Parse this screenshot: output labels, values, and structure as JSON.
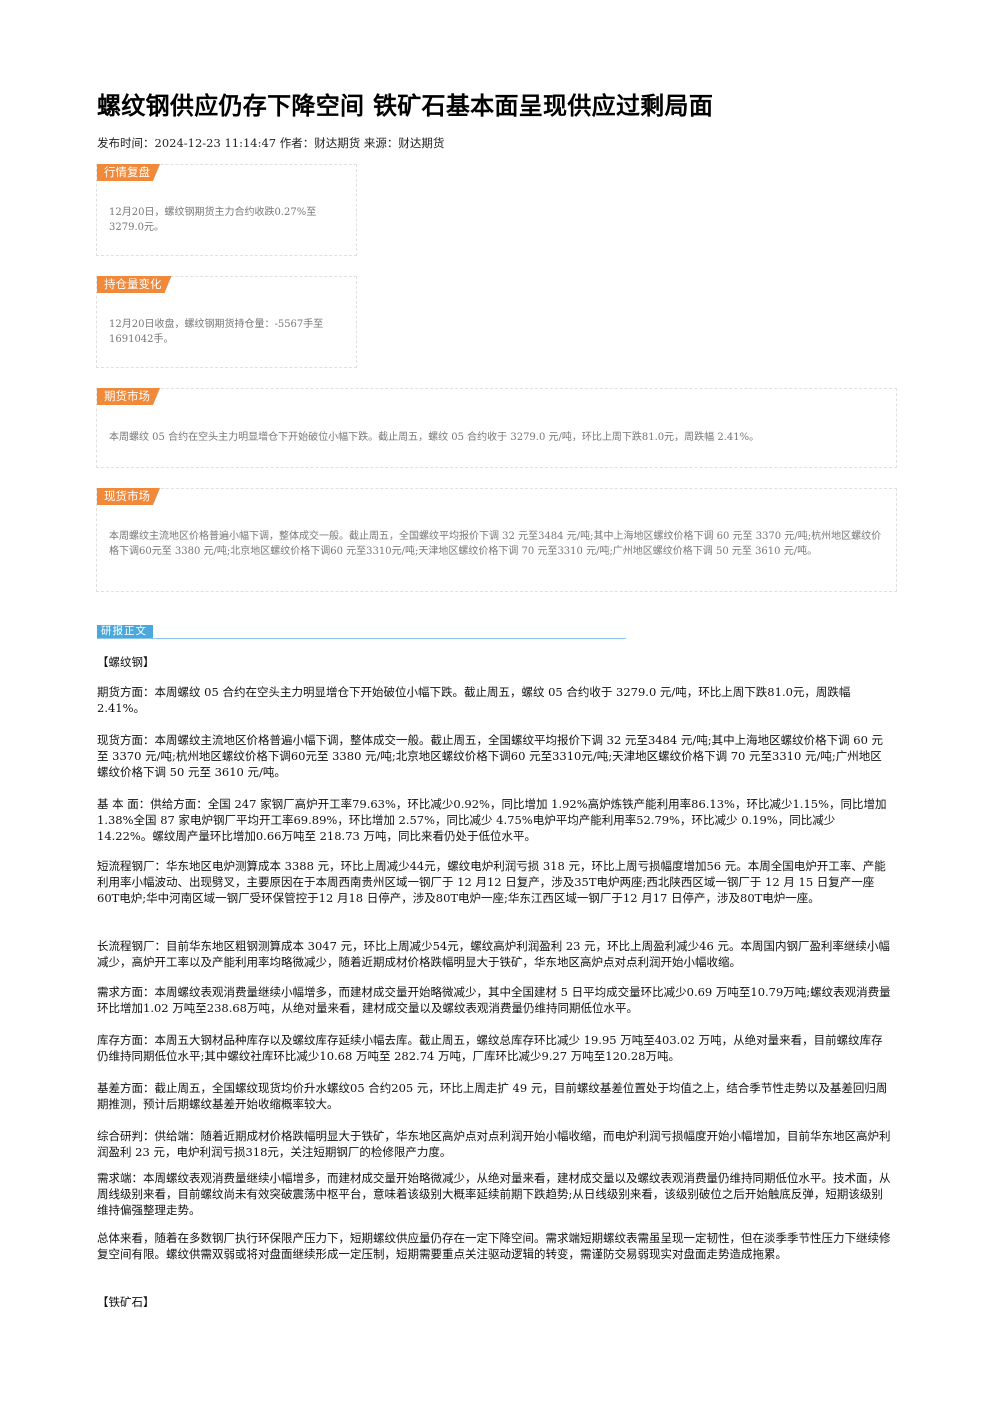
{
  "article": {
    "title": "螺纹钢供应仍存下降空间 铁矿石基本面呈现供应过剩局面",
    "meta": "发布时间：2024-12-23 11:14:47 作者：财达期货 来源：财达期货"
  },
  "summary_boxes": [
    {
      "tag": "行情复盘",
      "text": "12月20日，螺纹钢期货主力合约收跌0.27%至3279.0元。"
    },
    {
      "tag": "持仓量变化",
      "text": "12月20日收盘，螺纹钢期货持仓量：-5567手至1691042手。"
    },
    {
      "tag": "期货市场",
      "text": "本周螺纹 05 合约在空头主力明显增仓下开始破位小幅下跌。截止周五，螺纹 05 合约收于 3279.0 元/吨，环比上周下跌81.0元，周跌幅 2.41%。"
    },
    {
      "tag": "现货市场",
      "text": "本周螺纹主流地区价格普遍小幅下调，整体成交一般。截止周五，全国螺纹平均报价下调 32 元至3484 元/吨;其中上海地区螺纹价格下调 60 元至 3370 元/吨;杭州地区螺纹价格下调60元至 3380 元/吨;北京地区螺纹价格下调60 元至3310元/吨;天津地区螺纹价格下调 70 元至3310 元/吨;广州地区螺纹价格下调 50 元至 3610 元/吨。"
    }
  ],
  "report": {
    "section_label": "研报正文",
    "paragraphs": [
      "【螺纹钢】",
      "期货方面：本周螺纹 05 合约在空头主力明显增仓下开始破位小幅下跌。截止周五，螺纹 05 合约收于 3279.0 元/吨，环比上周下跌81.0元，周跌幅 2.41%。",
      "现货方面：本周螺纹主流地区价格普遍小幅下调，整体成交一般。截止周五，全国螺纹平均报价下调 32 元至3484 元/吨;其中上海地区螺纹价格下调 60 元至 3370 元/吨;杭州地区螺纹价格下调60元至 3380 元/吨;北京地区螺纹价格下调60 元至3310元/吨;天津地区螺纹价格下调 70 元至3310 元/吨;广州地区螺纹价格下调 50 元至 3610 元/吨。",
      "基 本 面：供给方面：全国 247 家钢厂高炉开工率79.63%，环比减少0.92%，同比增加 1.92%高炉炼铁产能利用率86.13%，环比减少1.15%，同比增加 1.38%全国 87 家电炉钢厂平均开工率69.89%，环比增加 2.57%，同比减少 4.75%电炉平均产能利用率52.79%，环比减少 0.19%，同比减少 14.22%。螺纹周产量环比增加0.66万吨至 218.73 万吨，同比来看仍处于低位水平。",
      "短流程钢厂：华东地区电炉测算成本 3388 元，环比上周减少44元，螺纹电炉利润亏损 318 元，环比上周亏损幅度增加56 元。本周全国电炉开工率、产能利用率小幅波动、出现劈叉，主要原因在于本周西南贵州区域一钢厂于 12 月12 日复产，涉及35T电炉两座;西北陕西区域一钢厂于 12 月 15 日复产一座60T电炉;华中河南区域一钢厂受环保管控于12 月18 日停产，涉及80T电炉一座;华东江西区域一钢厂于12 月17 日停产，涉及80T电炉一座。",
      "长流程钢厂：目前华东地区粗钢测算成本 3047 元，环比上周减少54元，螺纹高炉利润盈利 23 元，环比上周盈利减少46 元。本周国内钢厂盈利率继续小幅减少，高炉开工率以及产能利用率均略微减少，随着近期成材价格跌幅明显大于铁矿，华东地区高炉点对点利润开始小幅收缩。",
      "需求方面：本周螺纹表观消费量继续小幅增多，而建材成交量开始略微减少，其中全国建材 5 日平均成交量环比减少0.69 万吨至10.79万吨;螺纹表观消费量环比增加1.02 万吨至238.68万吨，从绝对量来看，建材成交量以及螺纹表观消费量仍维持同期低位水平。",
      "库存方面：本周五大钢材品种库存以及螺纹库存延续小幅去库。截止周五，螺纹总库存环比减少 19.95 万吨至403.02 万吨，从绝对量来看，目前螺纹库存仍维持同期低位水平;其中螺纹社库环比减少10.68 万吨至 282.74 万吨，厂库环比减少9.27 万吨至120.28万吨。",
      "基差方面：截止周五，全国螺纹现货均价升水螺纹05 合约205 元，环比上周走扩 49 元，目前螺纹基差位置处于均值之上，结合季节性走势以及基差回归周期推测，预计后期螺纹基差开始收缩概率较大。",
      "综合研判：供给端：随着近期成材价格跌幅明显大于铁矿，华东地区高炉点对点利润开始小幅收缩，而电炉利润亏损幅度开始小幅增加，目前华东地区高炉利润盈利 23 元，电炉利润亏损318元，关注短期钢厂的检修限产力度。",
      "需求端：本周螺纹表观消费量继续小幅增多，而建材成交量开始略微减少，从绝对量来看，建材成交量以及螺纹表观消费量仍维持同期低位水平。技术面，从周线级别来看，目前螺纹尚未有效突破震荡中枢平台，意味着该级别大概率延续前期下跌趋势;从日线级别来看，该级别破位之后开始触底反弹，短期该级别维持偏强整理走势。",
      "总体来看，随着在多数钢厂执行环保限产压力下，短期螺纹供应量仍存在一定下降空间。需求端短期螺纹表需虽呈现一定韧性，但在淡季季节性压力下继续修复空间有限。螺纹供需双弱或将对盘面继续形成一定压制，短期需要重点关注驱动逻辑的转变，需谨防交易弱现实对盘面走势造成拖累。",
      "【铁矿石】"
    ]
  }
}
